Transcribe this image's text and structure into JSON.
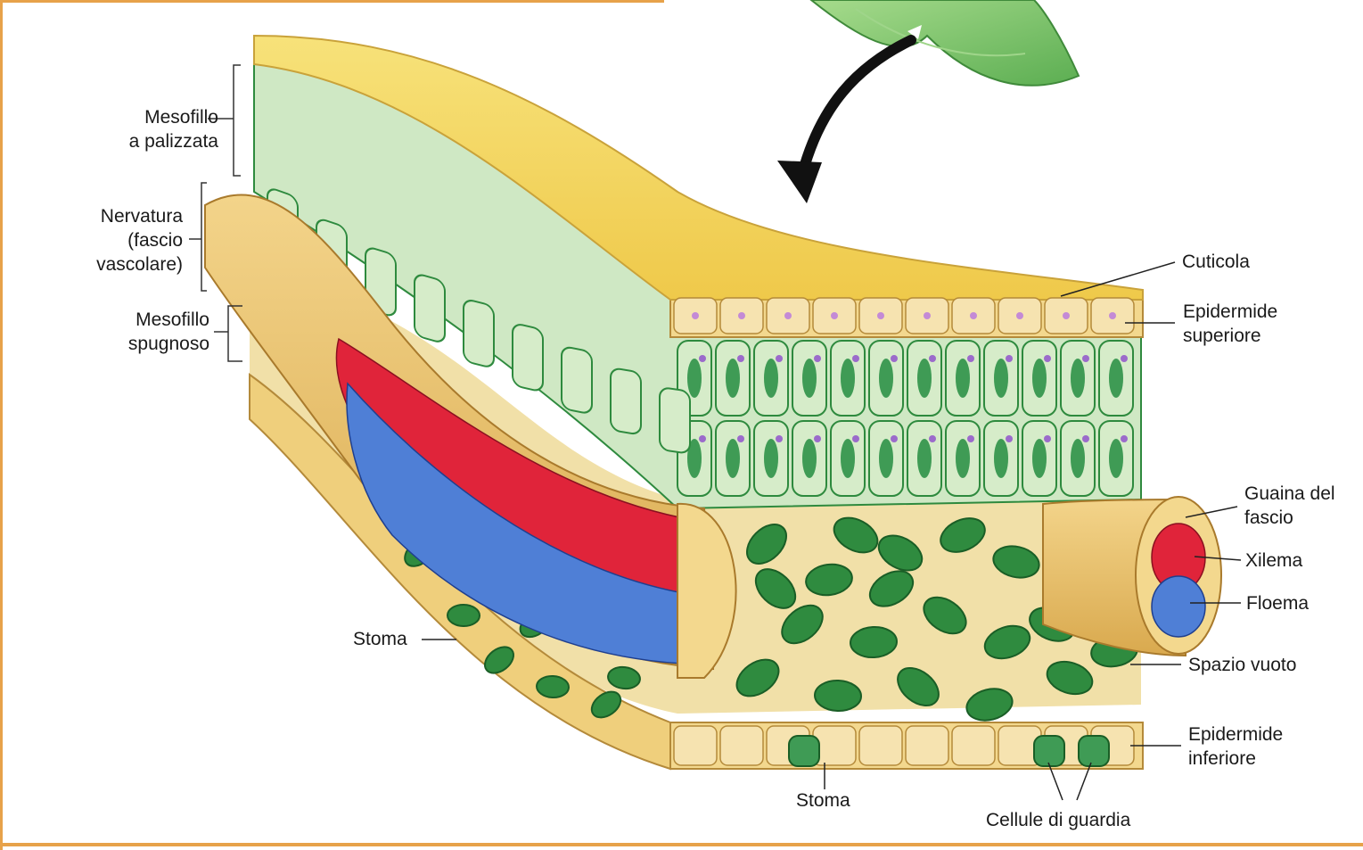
{
  "labels": {
    "mesofillo_palizzata": "Mesofillo\na palizzata",
    "nervatura": "Nervatura\n(fascio\nvascolare)",
    "mesofillo_spugnoso": "Mesofillo\nspugnoso",
    "stoma_left": "Stoma",
    "stoma_bottom": "Stoma",
    "cellule_guardia": "Cellule di guardia",
    "cuticola": "Cuticola",
    "epidermide_superiore": "Epidermide\nsuperiore",
    "guaina_fascio": "Guaina del\nfascio",
    "xilema": "Xilema",
    "floema": "Floema",
    "spazio_vuoto": "Spazio vuoto",
    "epidermide_inferiore": "Epidermide\ninferiore"
  },
  "colors": {
    "cuticle": "#f5dc60",
    "epidermis": "#f3d88e",
    "palisade": "#cfe8c4",
    "chloroplast": "#3b9a4c",
    "spongy": "#2f8b3f",
    "xylem": "#e0243a",
    "phloem": "#4f7fd6",
    "sheath": "#e8c373",
    "leaf": "#7cc567",
    "frame": "#e7a24a"
  }
}
